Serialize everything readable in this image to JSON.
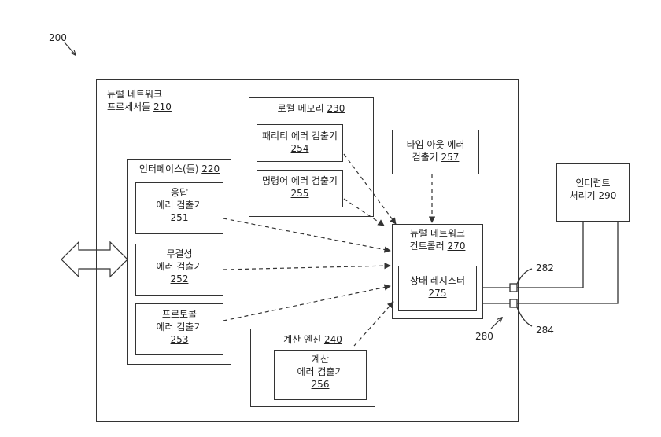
{
  "figure_ref": "200",
  "processor": {
    "line1": "뉴럴 네트워크",
    "line2": "프로세서들",
    "ref": "210"
  },
  "interfaces": {
    "title": "인터페이스(들)",
    "ref": "220"
  },
  "response_detector": {
    "line1": "응답",
    "line2": "에러 검출기",
    "ref": "251"
  },
  "integrity_detector": {
    "line1": "무결성",
    "line2": "에러 검출기",
    "ref": "252"
  },
  "protocol_detector": {
    "line1": "프로토콜",
    "line2": "에러 검출기",
    "ref": "253"
  },
  "local_memory": {
    "title": "로컬 메모리",
    "ref": "230"
  },
  "parity_detector": {
    "line1": "패리티 에러 검출기",
    "ref": "254"
  },
  "instruction_detector": {
    "line1": "명령어 에러 검출기",
    "ref": "255"
  },
  "compute_engine": {
    "title": "계산 엔진",
    "ref": "240"
  },
  "compute_detector": {
    "line1": "계산",
    "line2": "에러 검출기",
    "ref": "256"
  },
  "timeout_detector": {
    "line1": "타임 아웃 에러",
    "line2": "검출기",
    "ref": "257"
  },
  "controller": {
    "line1": "뉴럴 네트워크",
    "line2": "컨트롤러",
    "ref": "270"
  },
  "status_register": {
    "line1": "상태 레지스터",
    "ref": "275"
  },
  "interrupt_handler": {
    "line1": "인터럽트",
    "line2": "처리기",
    "ref": "290"
  },
  "ref_280": "280",
  "ref_282": "282",
  "ref_284": "284"
}
